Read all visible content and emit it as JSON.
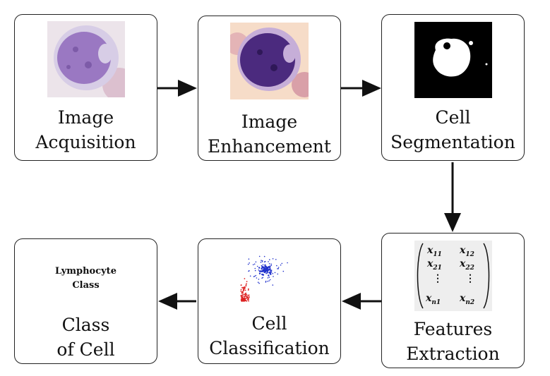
{
  "steps": [
    {
      "line1": "Image",
      "line2": "Acquisition"
    },
    {
      "line1": "Image",
      "line2": "Enhancement"
    },
    {
      "line1": "Cell",
      "line2": "Segmentation"
    },
    {
      "line1": "Features",
      "line2": "Extraction"
    },
    {
      "line1": "Cell",
      "line2": "Classification"
    },
    {
      "line1": "Class",
      "line2": "of Cell"
    }
  ],
  "output_text": {
    "line1": "Lymphocyte",
    "line2": "Class"
  },
  "matrix": {
    "r1c1": "x",
    "r1c1_sub": "11",
    "r1c2": "x",
    "r1c2_sub": "12",
    "r2c1": "x",
    "r2c1_sub": "21",
    "r2c2": "x",
    "r2c2_sub": "22",
    "dots": "⋮",
    "r4c1": "x",
    "r4c1_sub": "n1",
    "r4c2": "x",
    "r4c2_sub": "n2"
  },
  "colors": {
    "cell_purple": "#9a78c2",
    "nucleus_dark": "#4b2a7e",
    "enh_bg": "#f6dcc8",
    "scatter_blue": "#2233cc",
    "scatter_red": "#dd2222"
  }
}
